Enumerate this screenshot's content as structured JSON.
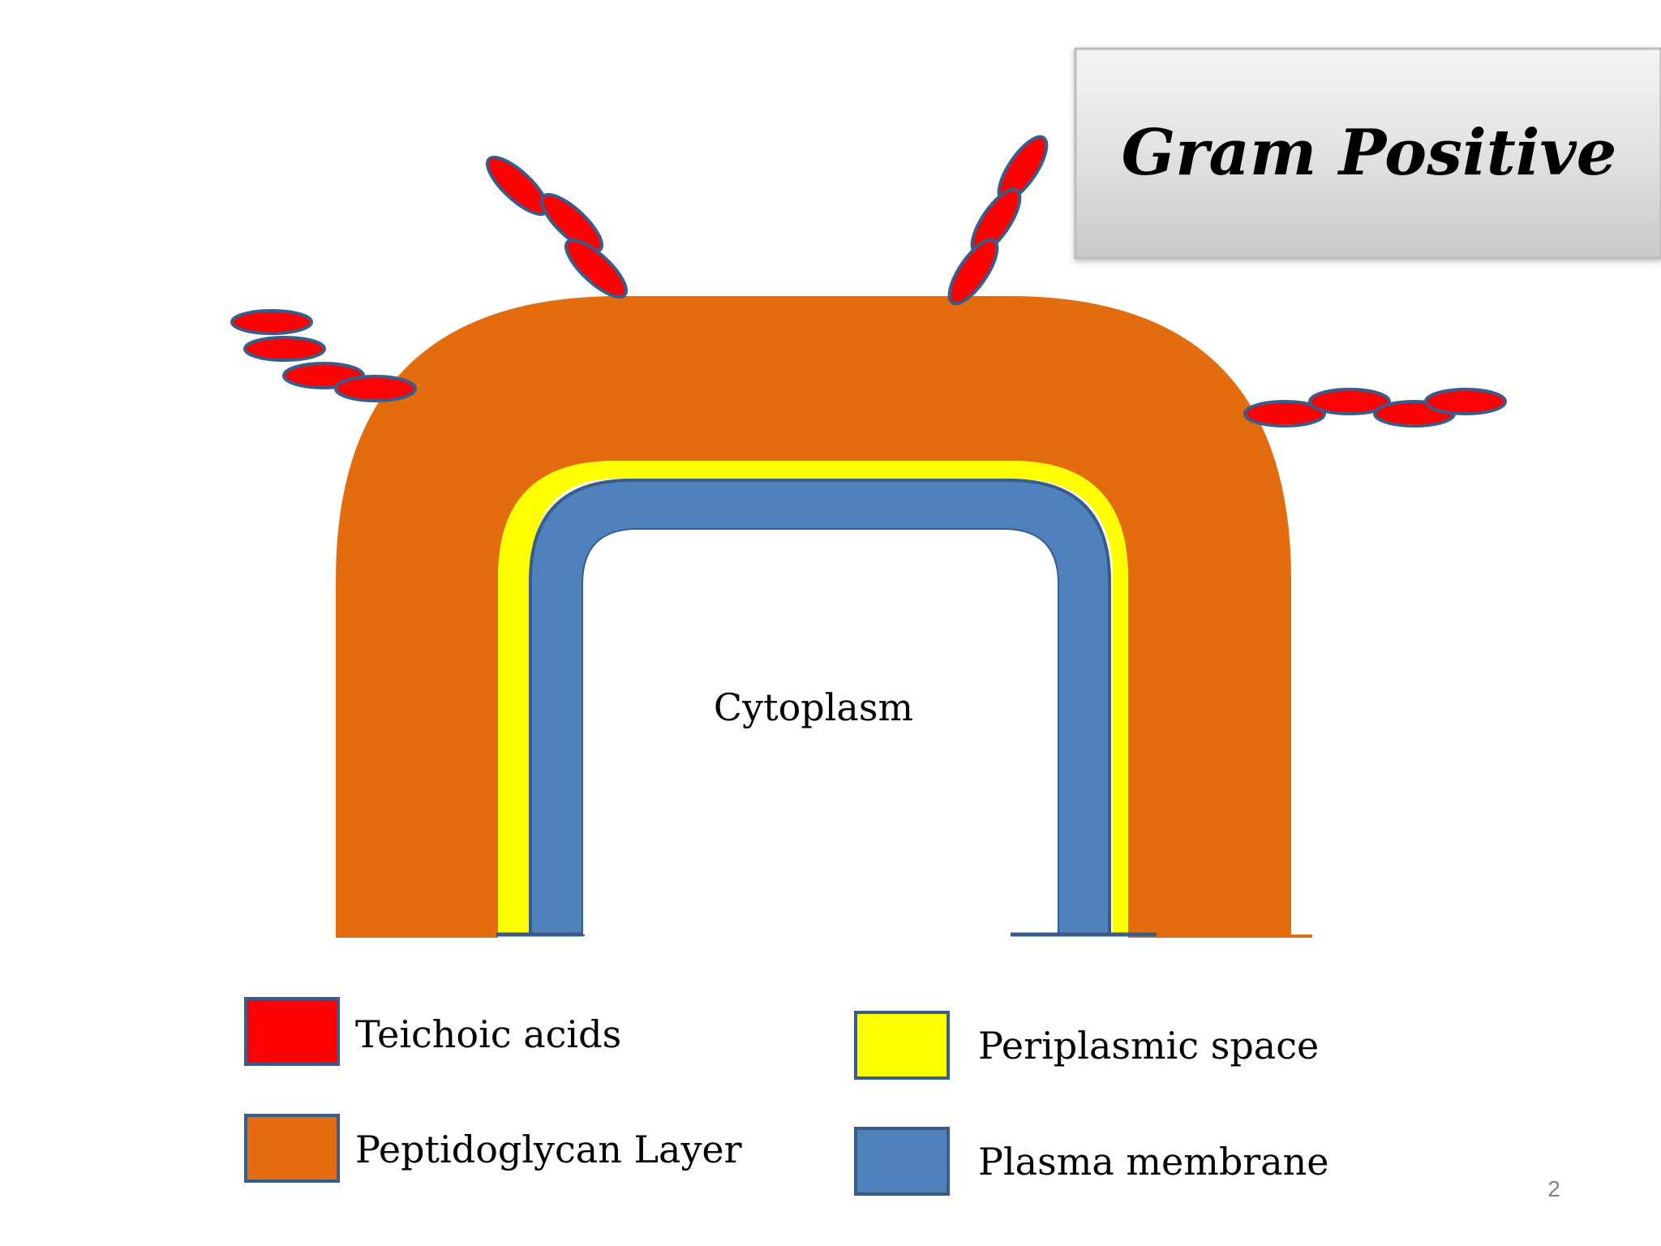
{
  "title": "Gram Positive",
  "center_label": "Cytoplasm",
  "legend": [
    {
      "key": "teichoic",
      "label": "Teichoic acids",
      "color": "#ff0000"
    },
    {
      "key": "peptidoglycan",
      "label": "Peptidoglycan Layer",
      "color": "#e36c0f"
    },
    {
      "key": "periplasmic",
      "label": "Periplasmic space",
      "color": "#ffff00"
    },
    {
      "key": "membrane",
      "label": "Plasma membrane",
      "color": "#4f81bd"
    }
  ],
  "colors": {
    "outline": "#385d8a",
    "background": "#ffffff"
  },
  "page_number": "2"
}
